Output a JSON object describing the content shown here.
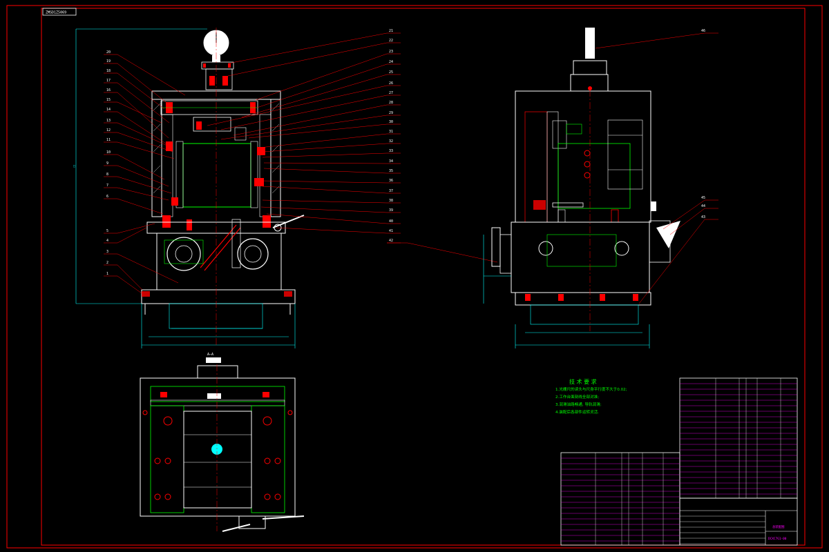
{
  "drawing": {
    "stamp_label": "ZMSD1Z5069",
    "title_block": {
      "name": "总装配图",
      "code": "DCXC7G1-00"
    },
    "tech_requirements": {
      "title": "技 术 要 求",
      "items": [
        "1.光栅尺的读头与尺身平行度不大于0.02;",
        "2.工作台面刻线全部对准;",
        "3.润滑油路畅通, 导轨润滑;",
        "4.装配后各部件运转灵活."
      ]
    },
    "section_label": "A—A",
    "part_labels_left": [
      "20",
      "19",
      "18",
      "17",
      "16",
      "15",
      "14",
      "13",
      "12",
      "11",
      "10",
      "9",
      "8",
      "7",
      "6",
      "5",
      "4",
      "3",
      "2",
      "1"
    ],
    "part_labels_center": [
      "21",
      "22",
      "23",
      "24",
      "25",
      "26",
      "27",
      "28",
      "29",
      "30",
      "31",
      "32",
      "33",
      "34",
      "35",
      "36",
      "37",
      "38",
      "39",
      "40",
      "41",
      "42"
    ],
    "part_labels_right": [
      "46",
      "45",
      "44",
      "43"
    ],
    "colors": {
      "background": "#000000",
      "frame": "#ff0000",
      "outline": "#ffffff",
      "dims": "#00ffff",
      "inner": "#00ff00",
      "leader": "#ff0000",
      "table": "#ff00ff"
    }
  }
}
